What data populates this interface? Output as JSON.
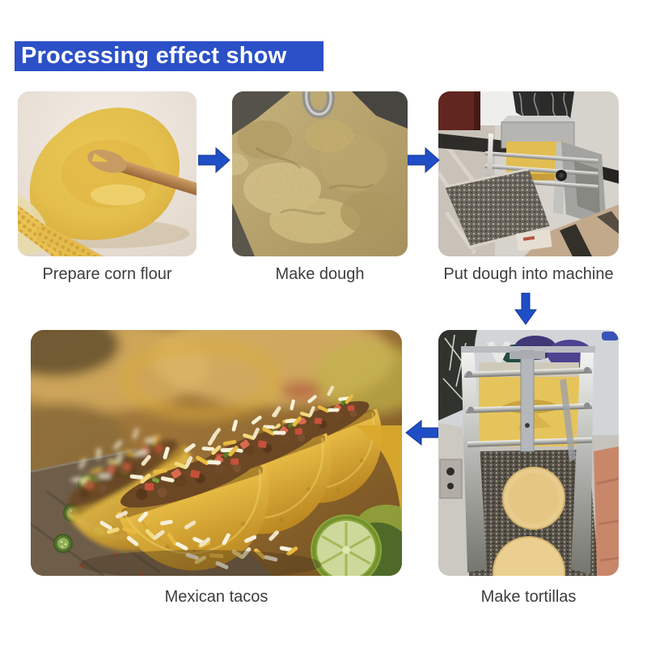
{
  "banner": {
    "title": "Processing effect show"
  },
  "colors": {
    "page_background": "#ffffff",
    "banner_background": "#2b50c7",
    "banner_text": "#ffffff",
    "arrow_blue": "#1f4ec6",
    "caption_text": "#3d3d3d"
  },
  "steps": [
    {
      "caption": "Prepare corn flour",
      "photo_alt": "pile of yellow corn flour with wooden scoop and corn cobs"
    },
    {
      "caption": "Make dough",
      "photo_alt": "corn dough mixed in stainless mixer bowl"
    },
    {
      "caption": "Put dough into machine",
      "photo_alt": "dough loaded into tortilla press machine"
    },
    {
      "caption": "Make tortillas",
      "photo_alt": "round tortillas coming out on machine conveyor"
    },
    {
      "caption": "Mexican tacos",
      "photo_alt": "finished tacos with cheese, beef, tomato and lime"
    }
  ],
  "arrows": [
    {
      "direction": "right"
    },
    {
      "direction": "right"
    },
    {
      "direction": "down"
    },
    {
      "direction": "left"
    }
  ]
}
